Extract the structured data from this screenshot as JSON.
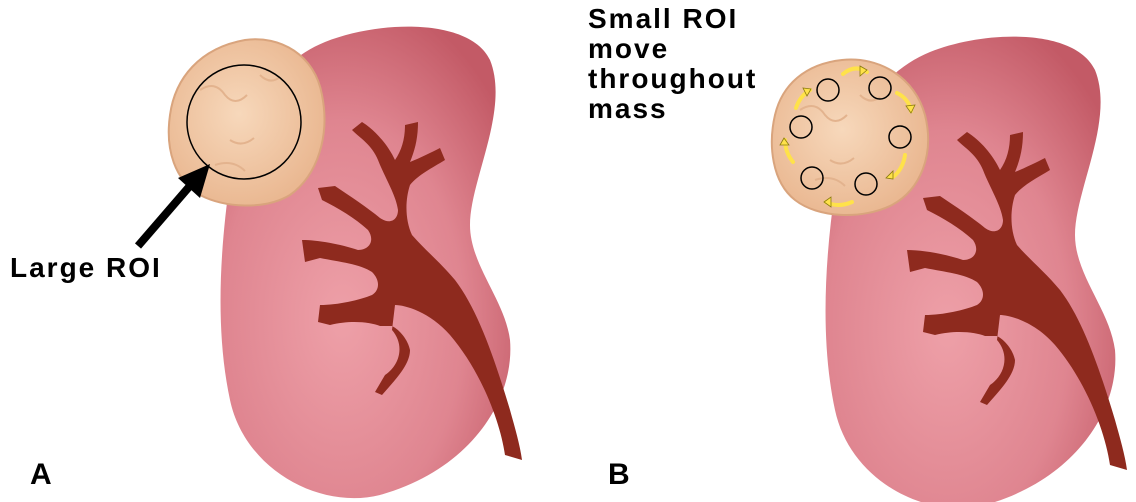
{
  "panels": {
    "a": {
      "letter": "A",
      "roi_label": "Large ROI"
    },
    "b": {
      "letter": "B",
      "roi_label_lines": [
        "Small ROI",
        "move",
        "throughout",
        "mass"
      ]
    }
  },
  "colors": {
    "kidney_light": "#e7939c",
    "kidney_dark": "#c8606a",
    "vessel": "#8e2a1e",
    "mass_fill": "#f1c9a7",
    "arrow_yellow": "#ffe24a"
  }
}
